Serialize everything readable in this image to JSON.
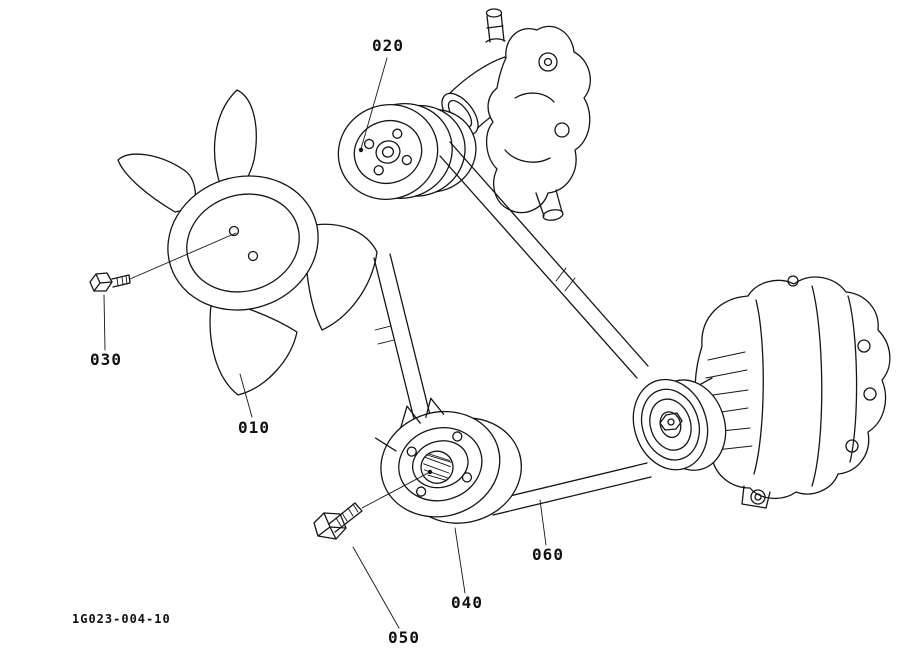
{
  "diagram": {
    "drawing_number": "1G023-004-10",
    "callouts": [
      {
        "label": "020"
      },
      {
        "label": "030"
      },
      {
        "label": "010"
      },
      {
        "label": "040"
      },
      {
        "label": "050"
      },
      {
        "label": "060"
      }
    ]
  }
}
